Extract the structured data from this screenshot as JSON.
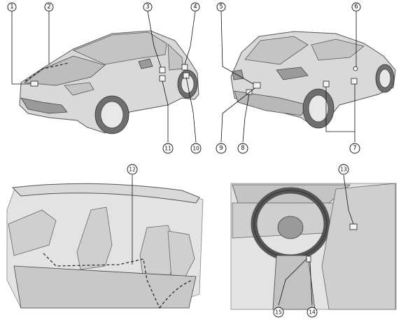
{
  "callouts": [
    {
      "id": "1",
      "label": "1"
    },
    {
      "id": "2",
      "label": "2"
    },
    {
      "id": "3",
      "label": "3"
    },
    {
      "id": "4",
      "label": "4"
    },
    {
      "id": "5",
      "label": "5"
    },
    {
      "id": "6",
      "label": "6"
    },
    {
      "id": "7",
      "label": "7"
    },
    {
      "id": "8",
      "label": "8"
    },
    {
      "id": "9",
      "label": "9"
    },
    {
      "id": "10",
      "label": "10"
    },
    {
      "id": "11",
      "label": "11"
    },
    {
      "id": "12",
      "label": "12"
    },
    {
      "id": "13",
      "label": "13"
    },
    {
      "id": "14",
      "label": "14"
    },
    {
      "id": "15",
      "label": "15"
    }
  ],
  "panels": {
    "front_exterior": {
      "name": "front-three-quarter-view"
    },
    "rear_exterior": {
      "name": "rear-three-quarter-view"
    },
    "interior_side": {
      "name": "interior-cutaway-view"
    },
    "interior_dash": {
      "name": "driver-dashboard-view"
    }
  }
}
